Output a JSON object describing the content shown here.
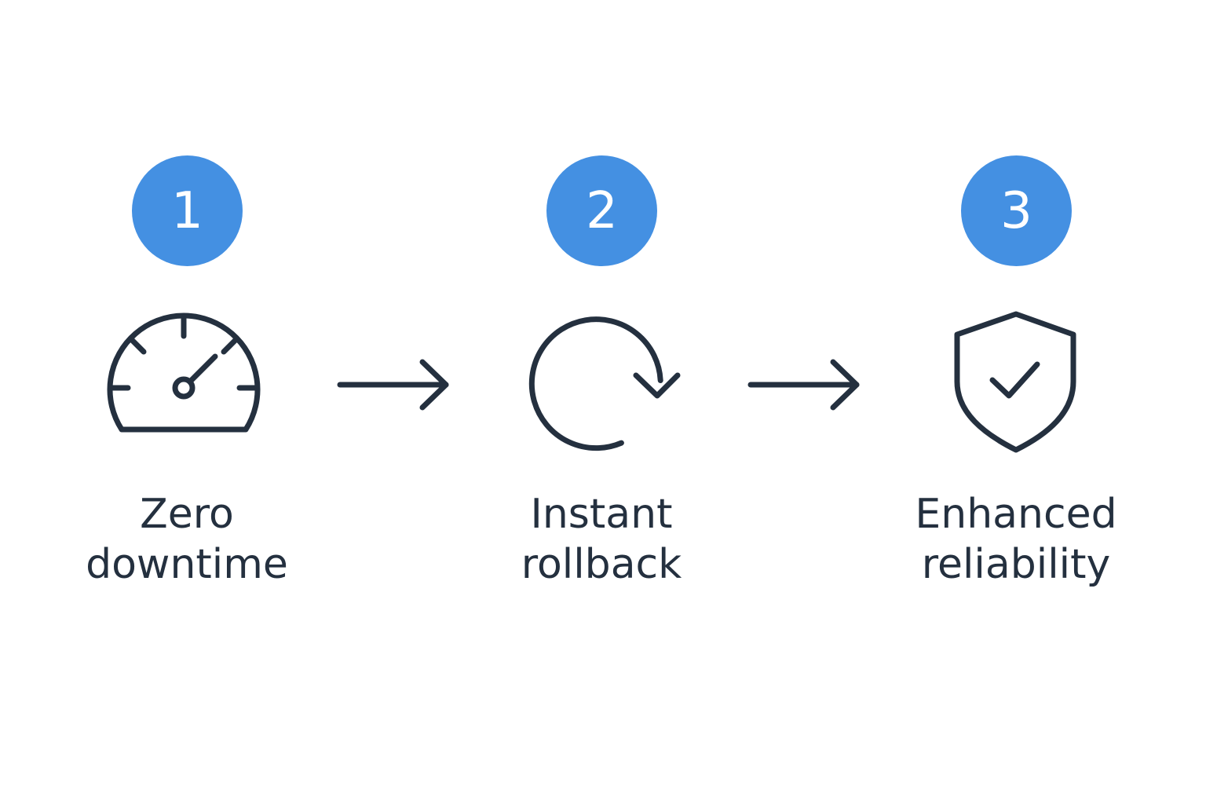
{
  "colors": {
    "accent": "#4490E2",
    "ink": "#24303F"
  },
  "steps": [
    {
      "number": "1",
      "icon": "speedometer-icon",
      "label_line1": "Zero",
      "label_line2": "downtime"
    },
    {
      "number": "2",
      "icon": "refresh-icon",
      "label_line1": "Instant",
      "label_line2": "rollback"
    },
    {
      "number": "3",
      "icon": "shield-check-icon",
      "label_line1": "Enhanced",
      "label_line2": "reliability"
    }
  ],
  "connectors": [
    {
      "icon": "arrow-right-icon"
    },
    {
      "icon": "arrow-right-icon"
    }
  ]
}
